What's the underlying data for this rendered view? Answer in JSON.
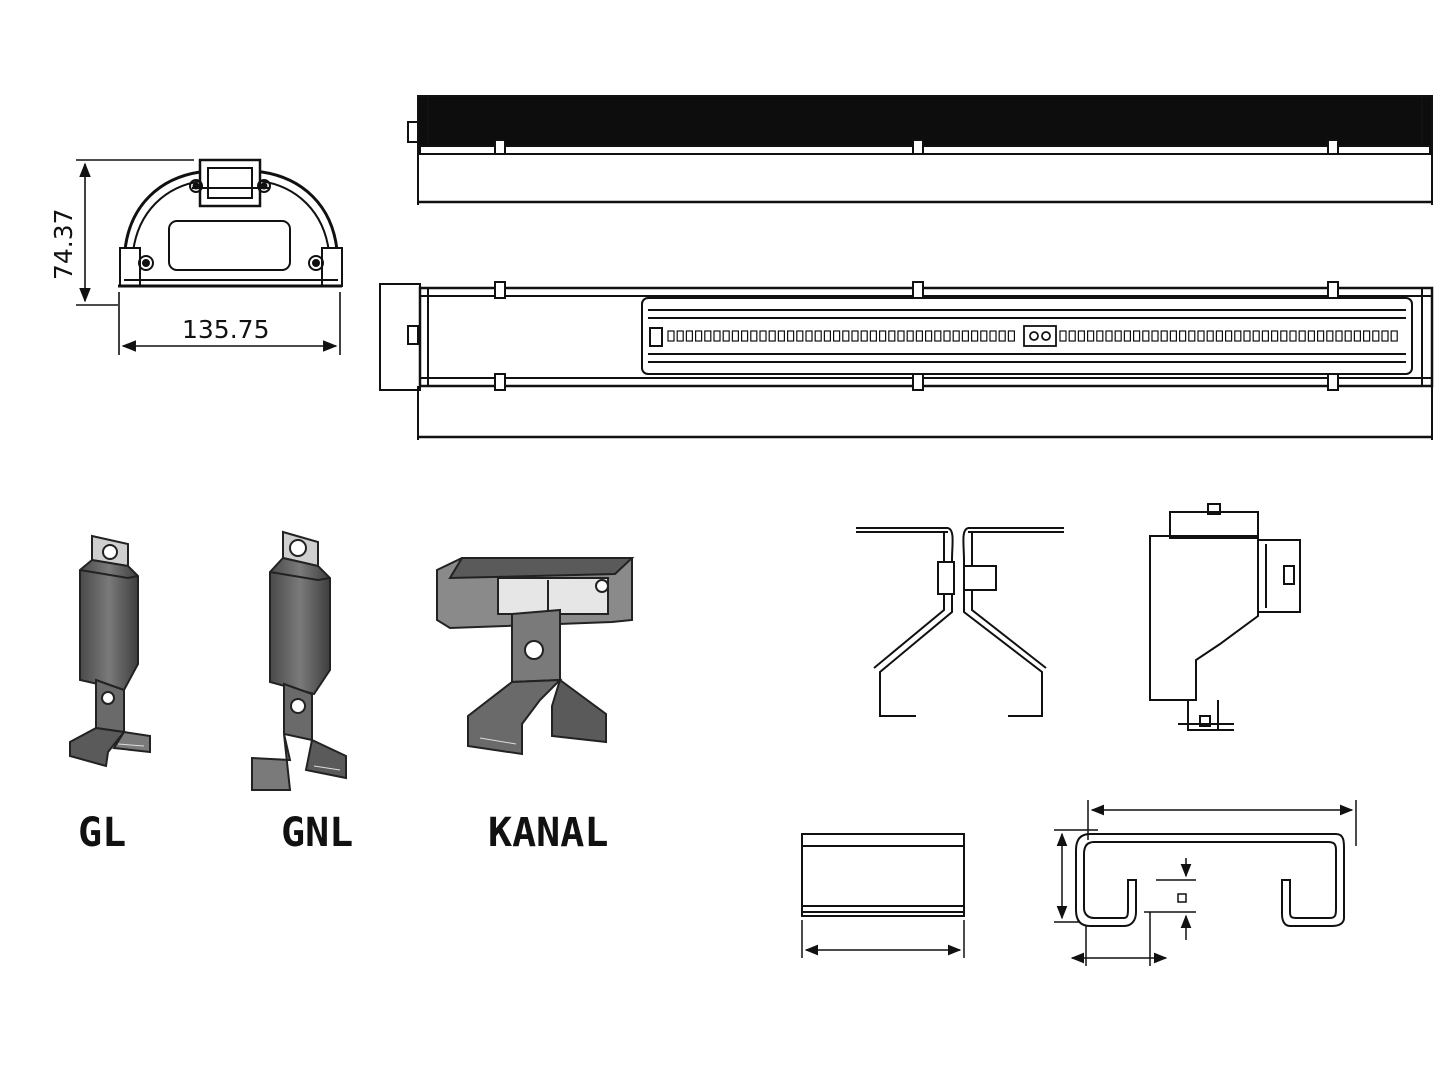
{
  "dimensions": {
    "height_value": "74.37",
    "width_value": "135.75"
  },
  "mount_labels": {
    "gl": "GL",
    "gnl": "GNL",
    "kanal": "KANAL"
  },
  "colors": {
    "line": "#111111",
    "dark_fill": "#0d0d0d",
    "metal_fill": "#6a6a6a",
    "metal_light": "#9a9a9a"
  },
  "led_modules": 2
}
